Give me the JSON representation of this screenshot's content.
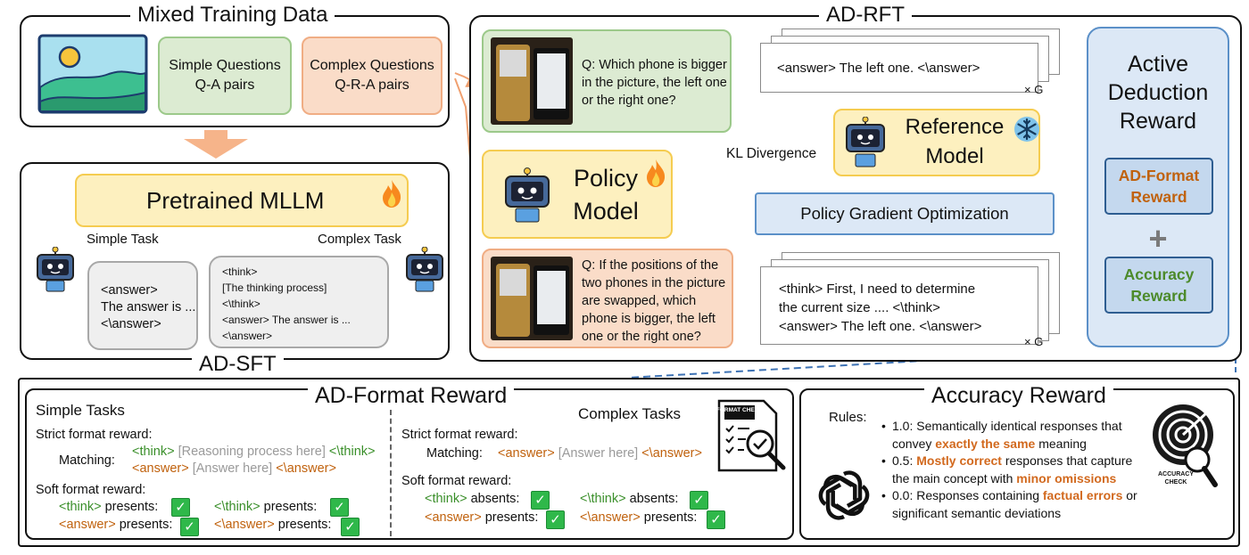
{
  "mixed": {
    "title": "Mixed Training Data",
    "simple_line1": "Simple Questions",
    "simple_line2": "Q-A pairs",
    "complex_line1": "Complex Questions",
    "complex_line2": "Q-R-A pairs"
  },
  "sft": {
    "title": "AD-SFT",
    "mllm": "Pretrained MLLM",
    "simple_task": "Simple Task",
    "complex_task": "Complex Task",
    "simple_bubble": [
      "<answer>",
      "The answer is ...",
      "<\\answer>"
    ],
    "complex_bubble": [
      "<think>",
      "[The thinking process]",
      "<\\think>",
      "<answer> The answer is ...",
      "<\\answer>"
    ]
  },
  "rft": {
    "title": "AD-RFT",
    "q1": "Q: Which phone is bigger in the picture, the left one or the right one?",
    "q2": "Q: If the positions of the two phones in the picture are swapped, which phone is bigger, the left one or the right one?",
    "out1": "<answer> The left one. <\\answer>",
    "out2_l1": "<think> First, I need to determine",
    "out2_l2": "the current size .... <\\think>",
    "out2_l3": "<answer> The left one. <\\answer>",
    "times_g": "× G",
    "reference_line1": "Reference",
    "reference_line2": "Model",
    "kl": "KL Divergence",
    "policy_line1": "Policy",
    "policy_line2": "Model",
    "pgo": "Policy Gradient Optimization",
    "adr_line1": "Active",
    "adr_line2": "Deduction",
    "adr_line3": "Reward",
    "adformat_line1": "AD-Format",
    "adformat_line2": "Reward",
    "plus": "+",
    "accuracy_line1": "Accuracy",
    "accuracy_line2": "Reward"
  },
  "format_reward": {
    "title": "AD-Format Reward",
    "simple_tasks": "Simple Tasks",
    "complex_tasks": "Complex Tasks",
    "strict": "Strict format reward:",
    "matching": "Matching:",
    "think_open": "<think>",
    "reasoning_ph": "[Reasoning process here]",
    "think_close": "<\\think>",
    "answer_open": "<answer>",
    "answer_ph": "[Answer here]",
    "answer_close": "<\\answer>",
    "soft": "Soft format reward:",
    "presents": "presents:",
    "absents": "absents:",
    "format_check": "FORMAT CHECK"
  },
  "accuracy": {
    "title": "Accuracy Reward",
    "rules": "Rules:",
    "r1_a": "1.0: Semantically identical responses that",
    "r1_b": "convey ",
    "r1_hl": "exactly the same",
    "r1_c": " meaning",
    "r2_a": "0.5: ",
    "r2_hl": "Mostly correct",
    "r2_b": " responses that capture",
    "r2_c": "the main concept with ",
    "r2_hl2": "minor omissions",
    "r3_a": "0.0: Responses containing ",
    "r3_hl": "factual errors",
    "r3_b": " or",
    "r3_c": "significant semantic deviations",
    "check_line1": "ACCURACY",
    "check_line2": "CHECK"
  },
  "colors": {
    "orange_text": "#c0620e",
    "green_text": "#3a8f2a",
    "blue_border": "#5b90c8",
    "check_green": "#2fb84a"
  }
}
